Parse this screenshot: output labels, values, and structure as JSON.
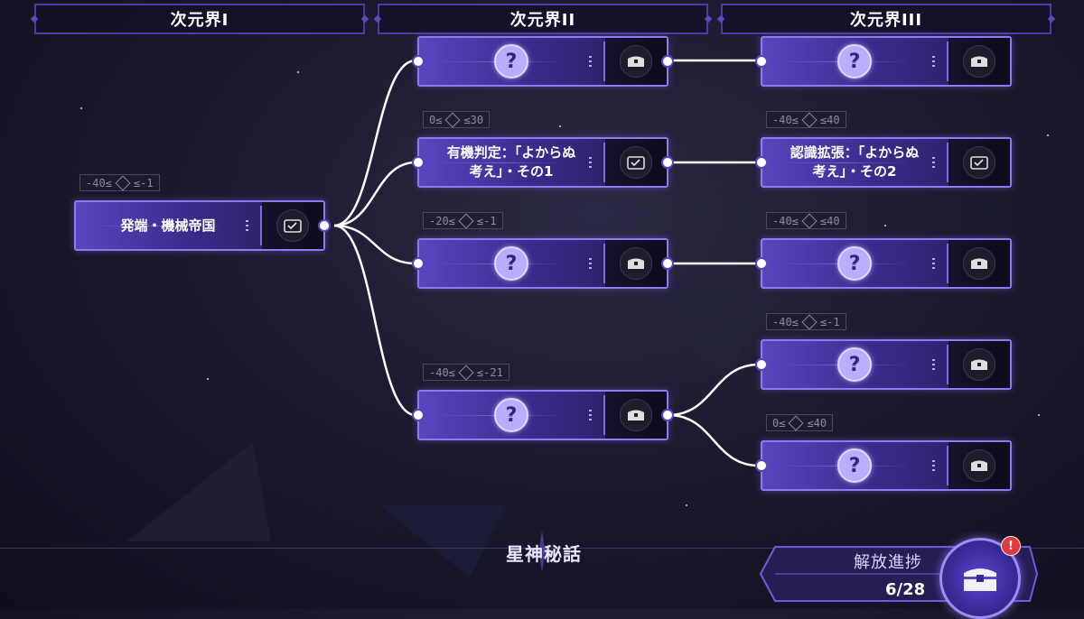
{
  "headers": [
    "次元界I",
    "次元界II",
    "次元界III"
  ],
  "nodes": {
    "root": {
      "title": "発端・機械帝国",
      "state": "completed",
      "condition": "-40≤ ◈ ≤-1"
    },
    "c2_1": {
      "title": "",
      "state": "locked",
      "condition": ""
    },
    "c2_2": {
      "title": "有機判定：「よからぬ\n考え」・その1",
      "state": "completed",
      "condition": "0≤ ◈ ≤30"
    },
    "c2_3": {
      "title": "",
      "state": "locked",
      "condition": "-20≤ ◈ ≤-1"
    },
    "c2_4": {
      "title": "",
      "state": "locked",
      "condition": "-40≤ ◈ ≤-21"
    },
    "c3_1": {
      "title": "",
      "state": "locked",
      "condition": ""
    },
    "c3_2": {
      "title": "認識拡張：「よからぬ\n考え」・その2",
      "state": "completed",
      "condition": "-40≤ ◈ ≤40"
    },
    "c3_3": {
      "title": "",
      "state": "locked",
      "condition": "-40≤ ◈ ≤40"
    },
    "c3_4": {
      "title": "",
      "state": "locked",
      "condition": "-40≤ ◈ ≤-1"
    },
    "c3_5": {
      "title": "",
      "state": "locked",
      "condition": "0≤ ◈ ≤40"
    }
  },
  "conditions": {
    "root": {
      "min": "-40≤",
      "max": "≤-1"
    },
    "c2_2": {
      "min": "0≤",
      "max": "≤30"
    },
    "c2_3": {
      "min": "-20≤",
      "max": "≤-1"
    },
    "c2_4": {
      "min": "-40≤",
      "max": "≤-21"
    },
    "c3_2": {
      "min": "-40≤",
      "max": "≤40"
    },
    "c3_3": {
      "min": "-40≤",
      "max": "≤40"
    },
    "c3_4": {
      "min": "-40≤",
      "max": "≤-1"
    },
    "c3_5": {
      "min": "0≤",
      "max": "≤40"
    }
  },
  "locked_symbol": "?",
  "footer": {
    "title": "星神秘話",
    "progress_label": "解放進捗",
    "progress_value": "6/28",
    "progress_fraction": 0.214,
    "alert": "!"
  },
  "colors": {
    "accent": "#5a45c0",
    "border": "#8d7cf0",
    "locked_icon": "#b8adff",
    "alert": "#e03a3a"
  },
  "icons": {
    "completed": "checked-chest-icon",
    "locked": "chest-icon",
    "unknown": "question-icon"
  }
}
